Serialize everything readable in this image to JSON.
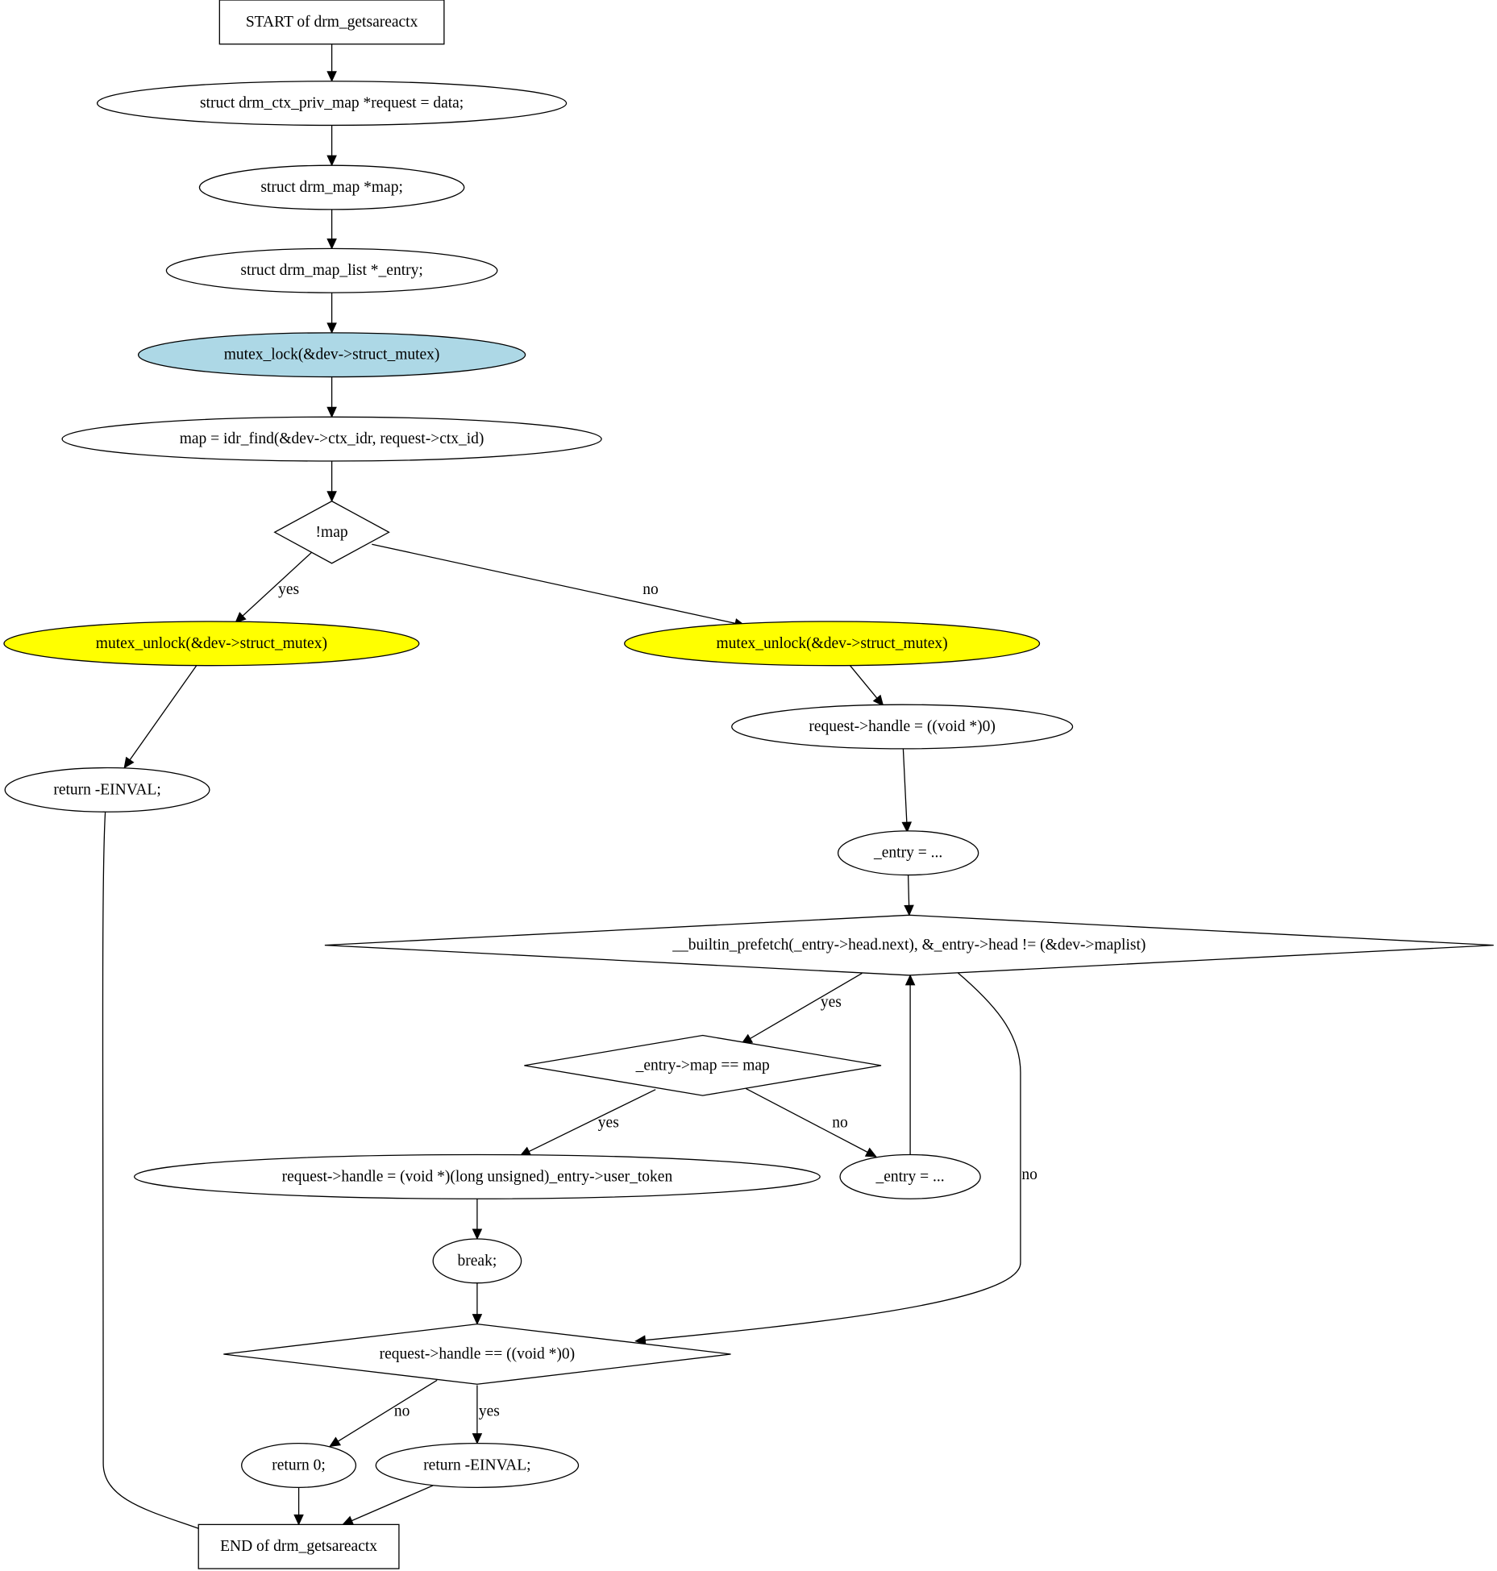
{
  "diagram": {
    "type": "flowchart",
    "colors": {
      "default_fill": "#ffffff",
      "lock_fill": "#add8e6",
      "unlock_fill": "#ffff00",
      "stroke": "#000000"
    },
    "nodes": [
      {
        "id": "start",
        "shape": "box",
        "label": "START of drm_getsareactx"
      },
      {
        "id": "n1",
        "shape": "ellipse",
        "label": "struct drm_ctx_priv_map *request = data;"
      },
      {
        "id": "n2",
        "shape": "ellipse",
        "label": "struct drm_map *map;"
      },
      {
        "id": "n3",
        "shape": "ellipse",
        "label": "struct drm_map_list *_entry;"
      },
      {
        "id": "lock",
        "shape": "ellipse",
        "fill": "lock",
        "label": "mutex_lock(&dev->struct_mutex)"
      },
      {
        "id": "n4",
        "shape": "ellipse",
        "label": "map = idr_find(&dev->ctx_idr, request->ctx_id)"
      },
      {
        "id": "d1",
        "shape": "diamond",
        "label": "!map"
      },
      {
        "id": "u1",
        "shape": "ellipse",
        "fill": "unlock",
        "label": "mutex_unlock(&dev->struct_mutex)"
      },
      {
        "id": "u2",
        "shape": "ellipse",
        "fill": "unlock",
        "label": "mutex_unlock(&dev->struct_mutex)"
      },
      {
        "id": "r1",
        "shape": "ellipse",
        "label": "return -EINVAL;"
      },
      {
        "id": "h0",
        "shape": "ellipse",
        "label": "request->handle = ((void *)0)"
      },
      {
        "id": "e1",
        "shape": "ellipse",
        "label": "_entry = ..."
      },
      {
        "id": "d2",
        "shape": "diamond",
        "label": "__builtin_prefetch(_entry->head.next), &_entry->head != (&dev->maplist)"
      },
      {
        "id": "d3",
        "shape": "diamond",
        "label": "_entry->map == map"
      },
      {
        "id": "h1",
        "shape": "ellipse",
        "label": "request->handle = (void *)(long unsigned)_entry->user_token"
      },
      {
        "id": "e2",
        "shape": "ellipse",
        "label": "_entry = ..."
      },
      {
        "id": "brk",
        "shape": "ellipse",
        "label": "break;"
      },
      {
        "id": "d4",
        "shape": "diamond",
        "label": "request->handle == ((void *)0)"
      },
      {
        "id": "r0",
        "shape": "ellipse",
        "label": "return 0;"
      },
      {
        "id": "r2",
        "shape": "ellipse",
        "label": "return -EINVAL;"
      },
      {
        "id": "end",
        "shape": "box",
        "label": "END of drm_getsareactx"
      }
    ],
    "edges": [
      {
        "from": "start",
        "to": "n1",
        "label": ""
      },
      {
        "from": "n1",
        "to": "n2",
        "label": ""
      },
      {
        "from": "n2",
        "to": "n3",
        "label": ""
      },
      {
        "from": "n3",
        "to": "lock",
        "label": ""
      },
      {
        "from": "lock",
        "to": "n4",
        "label": ""
      },
      {
        "from": "n4",
        "to": "d1",
        "label": ""
      },
      {
        "from": "d1",
        "to": "u1",
        "label": "yes"
      },
      {
        "from": "d1",
        "to": "u2",
        "label": "no"
      },
      {
        "from": "u1",
        "to": "r1",
        "label": ""
      },
      {
        "from": "r1",
        "to": "end",
        "label": ""
      },
      {
        "from": "u2",
        "to": "h0",
        "label": ""
      },
      {
        "from": "h0",
        "to": "e1",
        "label": ""
      },
      {
        "from": "e1",
        "to": "d2",
        "label": ""
      },
      {
        "from": "d2",
        "to": "d3",
        "label": "yes"
      },
      {
        "from": "d2",
        "to": "d4",
        "label": "no"
      },
      {
        "from": "d3",
        "to": "h1",
        "label": "yes"
      },
      {
        "from": "d3",
        "to": "e2",
        "label": "no"
      },
      {
        "from": "e2",
        "to": "d2",
        "label": ""
      },
      {
        "from": "h1",
        "to": "brk",
        "label": ""
      },
      {
        "from": "brk",
        "to": "d4",
        "label": ""
      },
      {
        "from": "d4",
        "to": "r0",
        "label": "no"
      },
      {
        "from": "d4",
        "to": "r2",
        "label": "yes"
      },
      {
        "from": "r0",
        "to": "end",
        "label": ""
      },
      {
        "from": "r2",
        "to": "end",
        "label": ""
      }
    ]
  }
}
